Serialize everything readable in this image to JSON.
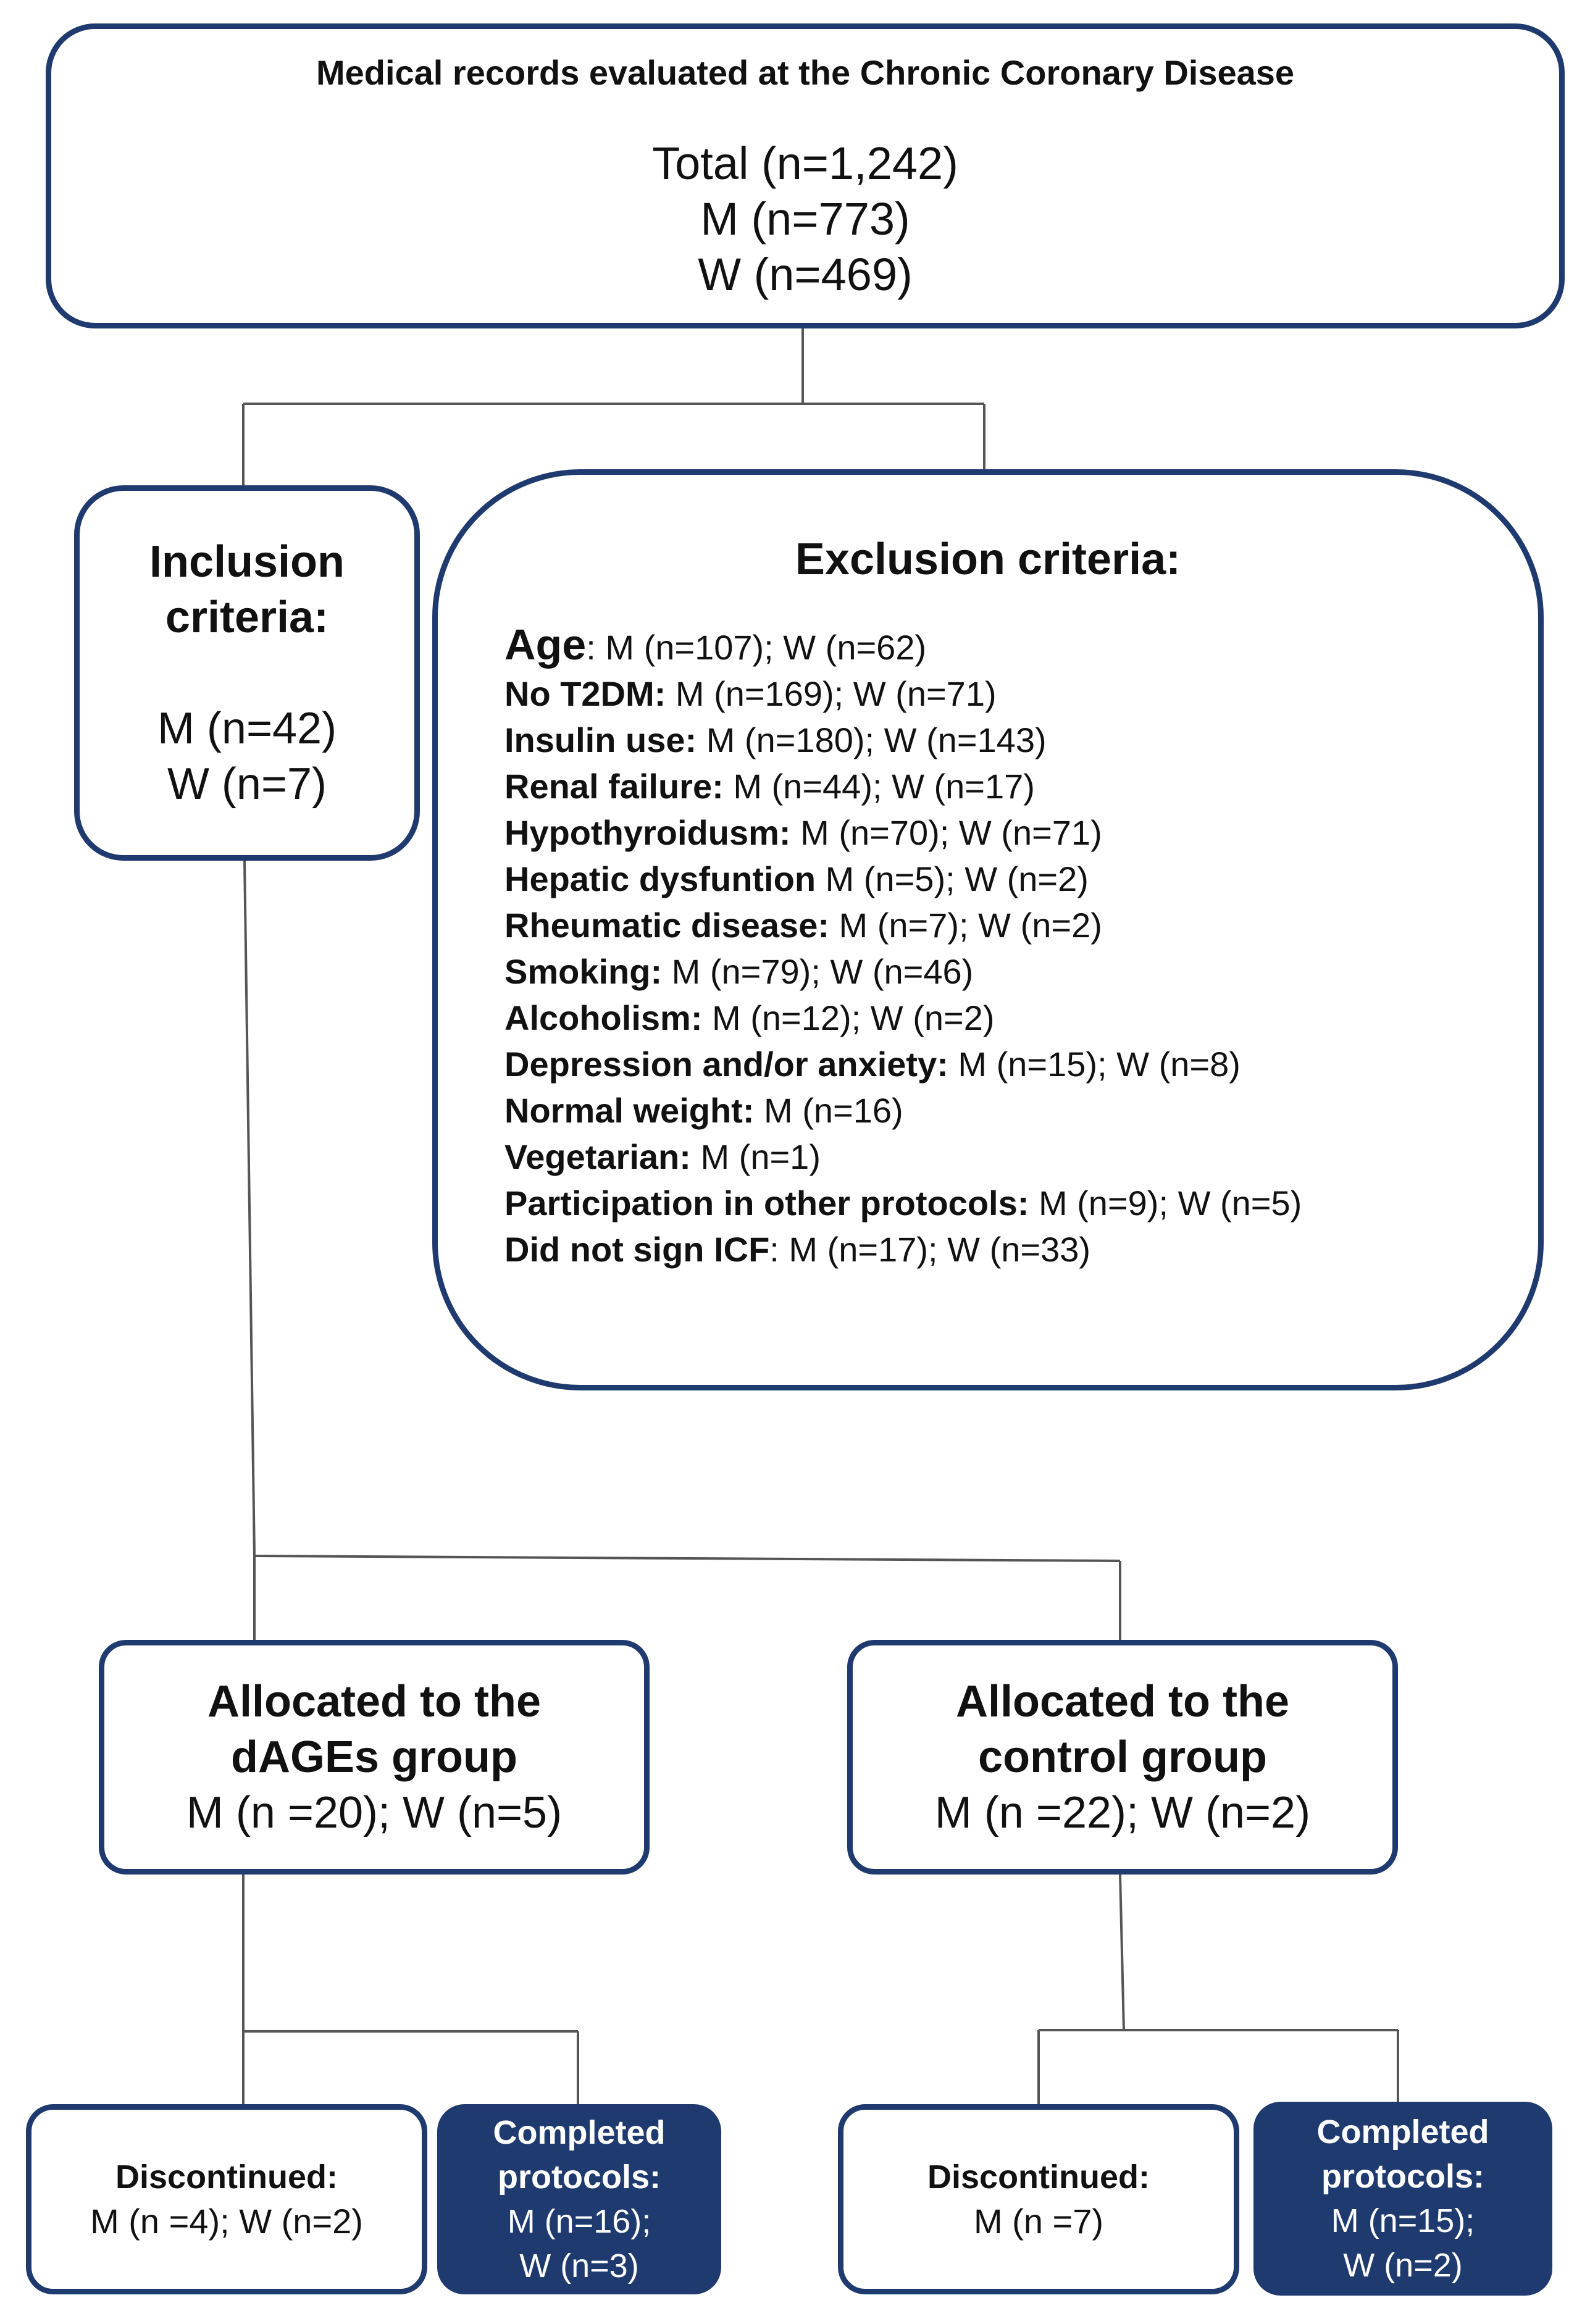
{
  "records": {
    "title": "Medical records evaluated at the Chronic Coronary Disease",
    "lines": [
      "Total (n=1,242)",
      "M (n=773)",
      "W (n=469)"
    ]
  },
  "inclusion": {
    "title_lines": [
      "Inclusion",
      "criteria:"
    ],
    "lines": [
      "M (n=42)",
      "W (n=7)"
    ]
  },
  "exclusion": {
    "title": "Exclusion criteria:",
    "items": [
      {
        "label": "Age",
        "value": ": M (n=107); W (n=62)"
      },
      {
        "label": "No T2DM:",
        "value": " M (n=169); W (n=71)"
      },
      {
        "label": "Insulin use:",
        "value": " M (n=180); W (n=143)"
      },
      {
        "label": "Renal failure:",
        "value": " M (n=44); W (n=17)"
      },
      {
        "label": "Hypothyroidusm:",
        "value": " M (n=70); W (n=71)"
      },
      {
        "label": "Hepatic dysfuntion",
        "value": " M (n=5); W (n=2)"
      },
      {
        "label": "Rheumatic disease:",
        "value": " M (n=7); W (n=2)"
      },
      {
        "label": "Smoking:",
        "value": " M (n=79); W (n=46)"
      },
      {
        "label": "Alcoholism:",
        "value": " M (n=12); W (n=2)"
      },
      {
        "label": "Depression and/or anxiety:",
        "value": " M (n=15); W (n=8)"
      },
      {
        "label": "Normal weight:",
        "value": " M (n=16)"
      },
      {
        "label": "Vegetarian:",
        "value": " M (n=1)"
      },
      {
        "label": "Participation in other protocols:",
        "value": " M (n=9); W (n=5)"
      },
      {
        "label": "Did not sign ICF",
        "value": ": M (n=17); W (n=33)"
      }
    ]
  },
  "dages": {
    "title_lines": [
      "Allocated to the",
      "dAGEs group"
    ],
    "count": "M (n =20); W (n=5)"
  },
  "control": {
    "title_lines": [
      "Allocated to the",
      "control group"
    ],
    "count": "M (n =22); W (n=2)"
  },
  "dages_discontinued": {
    "title": "Discontinued:",
    "count": "M (n =4); W (n=2)"
  },
  "dages_completed": {
    "title_lines": [
      "Completed",
      "protocols:"
    ],
    "lines": [
      "M (n=16);",
      "W (n=3)"
    ]
  },
  "control_discontinued": {
    "title": "Discontinued:",
    "count": "M (n =7)"
  },
  "control_completed": {
    "title_lines": [
      "Completed",
      "protocols:"
    ],
    "lines": [
      "M (n=15);",
      "W (n=2)"
    ]
  },
  "colors": {
    "box_border": "#1f3a6e",
    "filled_box": "#1f3a6e",
    "connector": "#555555"
  }
}
